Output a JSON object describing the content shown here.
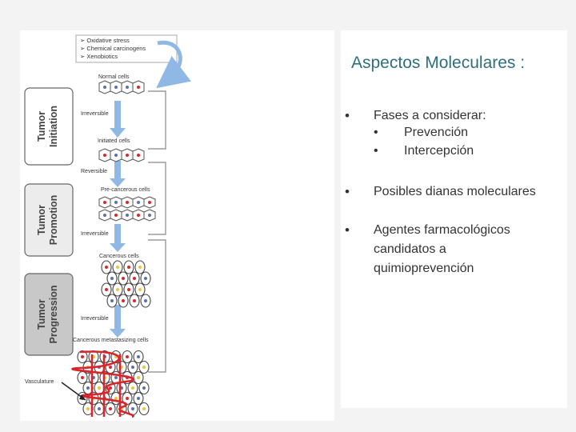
{
  "figure": {
    "triggers": [
      "Oxidative stress",
      "Chemical carcinogens",
      "Xenobiotics"
    ],
    "stages": [
      "Tumor Initiation",
      "Tumor Promotion",
      "Tumor Progression"
    ],
    "cell_labels": [
      "Normal cells",
      "Initiated cells",
      "Pre-cancerous cells",
      "Cancerous cells",
      "Cancerous metastasizing cells"
    ],
    "transitions": [
      "Irreversible",
      "Reversible",
      "Irreversible",
      "Irreversible"
    ],
    "vasculature_label": "Vasculature"
  },
  "panel": {
    "title": "Aspectos Moleculares :",
    "bullet_char": "•",
    "items": [
      {
        "text": "Fases a considerar:",
        "subitems": [
          "Prevención",
          "Intercepción"
        ]
      },
      {
        "text": "Posibles dianas moleculares"
      },
      {
        "text": "Agentes farmacológicos candidatos a quimioprevención"
      }
    ]
  },
  "colors": {
    "title": "#2f6f7a",
    "arrow": "#8fb8e4",
    "red_nucleus": "#d9262c",
    "blue_nucleus": "#5b6fb3",
    "yellow_nucleus": "#e8c53a",
    "vessel": "#d9262c",
    "stage_box_dark": "#c8c8c8"
  }
}
